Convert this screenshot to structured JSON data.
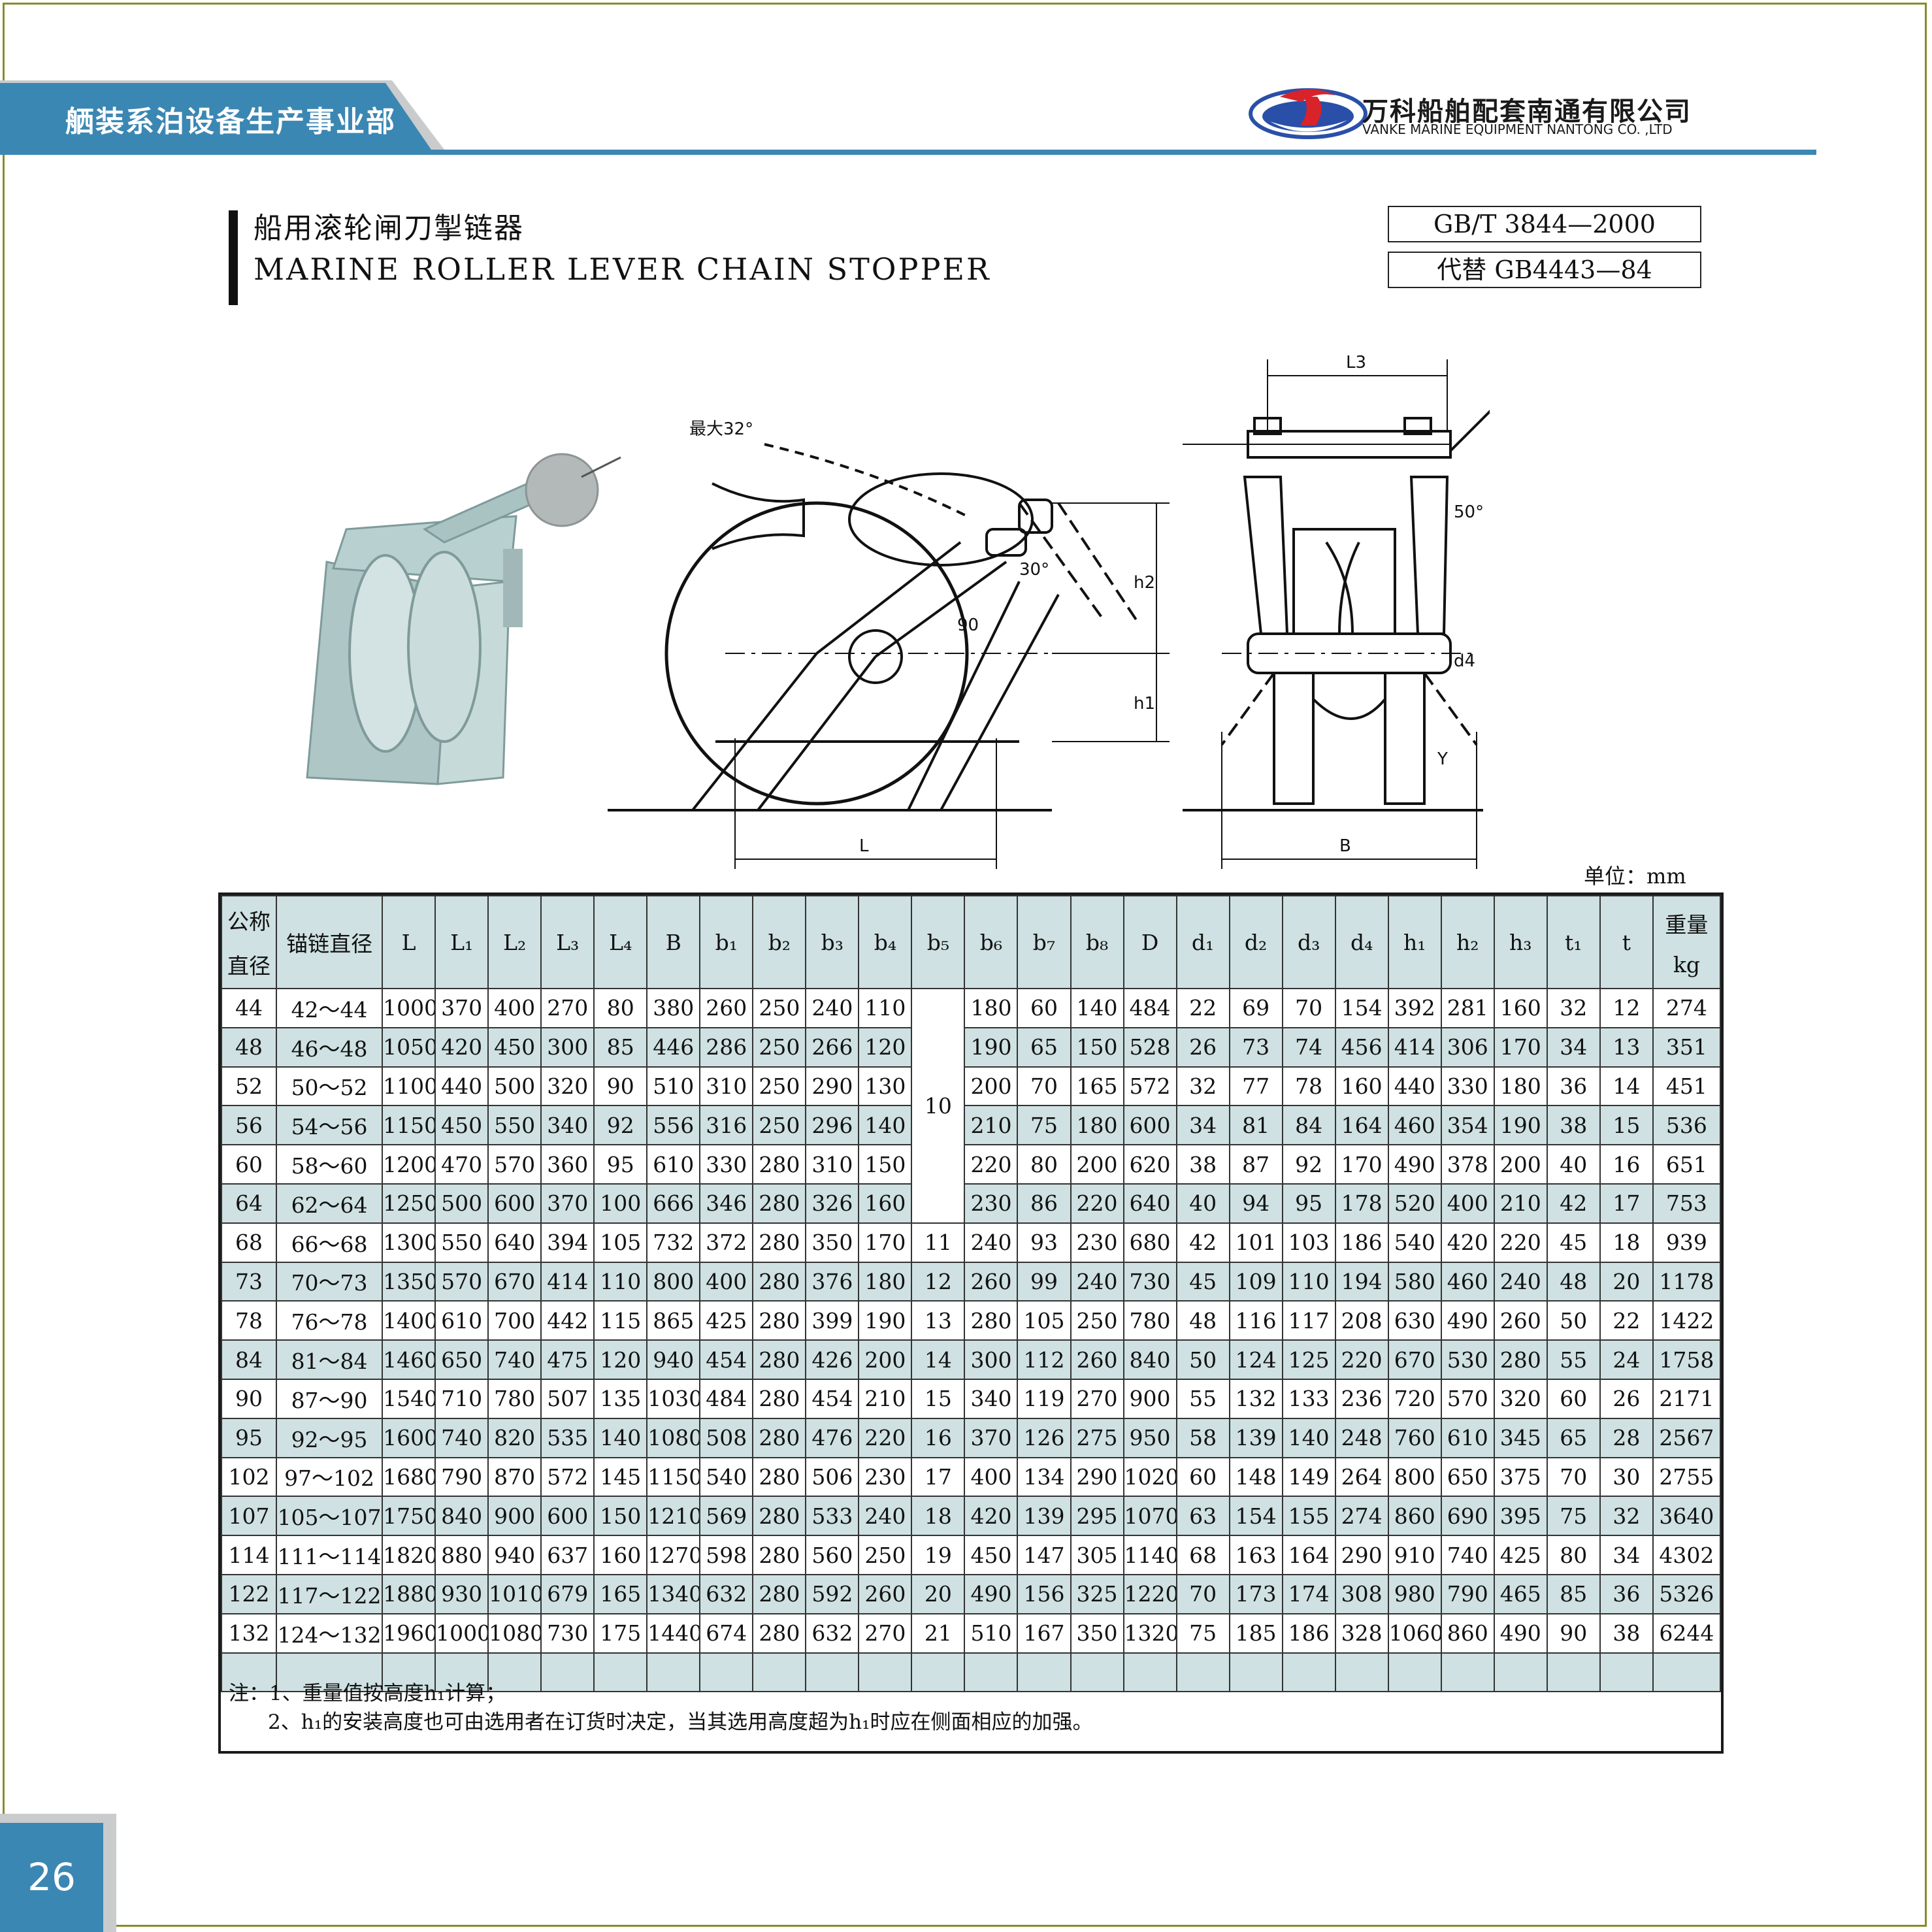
{
  "header": {
    "department": "舾装系泊设备生产事业部",
    "company_cn": "万科船舶配套南通有限公司",
    "company_en": "VANKE MARINE EQUIPMENT NANTONG CO. ,LTD"
  },
  "title": {
    "cn": "船用滚轮闸刀掣链器",
    "en": "MARINE ROLLER LEVER CHAIN STOPPER"
  },
  "standard": {
    "code": "GB/T 3844—2000",
    "replaces": "代替 GB4443—84"
  },
  "drawing_labels": {
    "max_angle": "最大32°",
    "angle_30": "30°",
    "angle_90": "90",
    "angle_50": "50°",
    "L": "L",
    "L3": "L3",
    "B": "B",
    "h1": "h1",
    "h2": "h2",
    "d4": "d4",
    "Y": "Y"
  },
  "unit": "单位：mm",
  "table": {
    "headers": [
      {
        "main": "公称",
        "sub": "直径"
      },
      {
        "main": "锚链直径",
        "sub": ""
      },
      {
        "main": "L",
        "sub": ""
      },
      {
        "main": "L₁",
        "sub": ""
      },
      {
        "main": "L₂",
        "sub": ""
      },
      {
        "main": "L₃",
        "sub": ""
      },
      {
        "main": "L₄",
        "sub": ""
      },
      {
        "main": "B",
        "sub": ""
      },
      {
        "main": "b₁",
        "sub": ""
      },
      {
        "main": "b₂",
        "sub": ""
      },
      {
        "main": "b₃",
        "sub": ""
      },
      {
        "main": "b₄",
        "sub": ""
      },
      {
        "main": "b₅",
        "sub": ""
      },
      {
        "main": "b₆",
        "sub": ""
      },
      {
        "main": "b₇",
        "sub": ""
      },
      {
        "main": "b₈",
        "sub": ""
      },
      {
        "main": "D",
        "sub": ""
      },
      {
        "main": "d₁",
        "sub": ""
      },
      {
        "main": "d₂",
        "sub": ""
      },
      {
        "main": "d₃",
        "sub": ""
      },
      {
        "main": "d₄",
        "sub": ""
      },
      {
        "main": "h₁",
        "sub": ""
      },
      {
        "main": "h₂",
        "sub": ""
      },
      {
        "main": "h₃",
        "sub": ""
      },
      {
        "main": "t₁",
        "sub": ""
      },
      {
        "main": "t",
        "sub": ""
      },
      {
        "main": "重量",
        "sub": "kg"
      }
    ],
    "b5_merged": "10",
    "rows": [
      [
        "44",
        "42～44",
        "1000",
        "370",
        "400",
        "270",
        "80",
        "380",
        "260",
        "250",
        "240",
        "110",
        "",
        "180",
        "60",
        "140",
        "484",
        "22",
        "69",
        "70",
        "154",
        "392",
        "281",
        "160",
        "32",
        "12",
        "274"
      ],
      [
        "48",
        "46～48",
        "1050",
        "420",
        "450",
        "300",
        "85",
        "446",
        "286",
        "250",
        "266",
        "120",
        "",
        "190",
        "65",
        "150",
        "528",
        "26",
        "73",
        "74",
        "456",
        "414",
        "306",
        "170",
        "34",
        "13",
        "351"
      ],
      [
        "52",
        "50～52",
        "1100",
        "440",
        "500",
        "320",
        "90",
        "510",
        "310",
        "250",
        "290",
        "130",
        "",
        "200",
        "70",
        "165",
        "572",
        "32",
        "77",
        "78",
        "160",
        "440",
        "330",
        "180",
        "36",
        "14",
        "451"
      ],
      [
        "56",
        "54～56",
        "1150",
        "450",
        "550",
        "340",
        "92",
        "556",
        "316",
        "250",
        "296",
        "140",
        "",
        "210",
        "75",
        "180",
        "600",
        "34",
        "81",
        "84",
        "164",
        "460",
        "354",
        "190",
        "38",
        "15",
        "536"
      ],
      [
        "60",
        "58～60",
        "1200",
        "470",
        "570",
        "360",
        "95",
        "610",
        "330",
        "280",
        "310",
        "150",
        "",
        "220",
        "80",
        "200",
        "620",
        "38",
        "87",
        "92",
        "170",
        "490",
        "378",
        "200",
        "40",
        "16",
        "651"
      ],
      [
        "64",
        "62～64",
        "1250",
        "500",
        "600",
        "370",
        "100",
        "666",
        "346",
        "280",
        "326",
        "160",
        "",
        "230",
        "86",
        "220",
        "640",
        "40",
        "94",
        "95",
        "178",
        "520",
        "400",
        "210",
        "42",
        "17",
        "753"
      ],
      [
        "68",
        "66～68",
        "1300",
        "550",
        "640",
        "394",
        "105",
        "732",
        "372",
        "280",
        "350",
        "170",
        "11",
        "240",
        "93",
        "230",
        "680",
        "42",
        "101",
        "103",
        "186",
        "540",
        "420",
        "220",
        "45",
        "18",
        "939"
      ],
      [
        "73",
        "70～73",
        "1350",
        "570",
        "670",
        "414",
        "110",
        "800",
        "400",
        "280",
        "376",
        "180",
        "12",
        "260",
        "99",
        "240",
        "730",
        "45",
        "109",
        "110",
        "194",
        "580",
        "460",
        "240",
        "48",
        "20",
        "1178"
      ],
      [
        "78",
        "76～78",
        "1400",
        "610",
        "700",
        "442",
        "115",
        "865",
        "425",
        "280",
        "399",
        "190",
        "13",
        "280",
        "105",
        "250",
        "780",
        "48",
        "116",
        "117",
        "208",
        "630",
        "490",
        "260",
        "50",
        "22",
        "1422"
      ],
      [
        "84",
        "81～84",
        "1460",
        "650",
        "740",
        "475",
        "120",
        "940",
        "454",
        "280",
        "426",
        "200",
        "14",
        "300",
        "112",
        "260",
        "840",
        "50",
        "124",
        "125",
        "220",
        "670",
        "530",
        "280",
        "55",
        "24",
        "1758"
      ],
      [
        "90",
        "87～90",
        "1540",
        "710",
        "780",
        "507",
        "135",
        "1030",
        "484",
        "280",
        "454",
        "210",
        "15",
        "340",
        "119",
        "270",
        "900",
        "55",
        "132",
        "133",
        "236",
        "720",
        "570",
        "320",
        "60",
        "26",
        "2171"
      ],
      [
        "95",
        "92～95",
        "1600",
        "740",
        "820",
        "535",
        "140",
        "1080",
        "508",
        "280",
        "476",
        "220",
        "16",
        "370",
        "126",
        "275",
        "950",
        "58",
        "139",
        "140",
        "248",
        "760",
        "610",
        "345",
        "65",
        "28",
        "2567"
      ],
      [
        "102",
        "97～102",
        "1680",
        "790",
        "870",
        "572",
        "145",
        "1150",
        "540",
        "280",
        "506",
        "230",
        "17",
        "400",
        "134",
        "290",
        "1020",
        "60",
        "148",
        "149",
        "264",
        "800",
        "650",
        "375",
        "70",
        "30",
        "2755"
      ],
      [
        "107",
        "105～107",
        "1750",
        "840",
        "900",
        "600",
        "150",
        "1210",
        "569",
        "280",
        "533",
        "240",
        "18",
        "420",
        "139",
        "295",
        "1070",
        "63",
        "154",
        "155",
        "274",
        "860",
        "690",
        "395",
        "75",
        "32",
        "3640"
      ],
      [
        "114",
        "111～114",
        "1820",
        "880",
        "940",
        "637",
        "160",
        "1270",
        "598",
        "280",
        "560",
        "250",
        "19",
        "450",
        "147",
        "305",
        "1140",
        "68",
        "163",
        "164",
        "290",
        "910",
        "740",
        "425",
        "80",
        "34",
        "4302"
      ],
      [
        "122",
        "117～122",
        "1880",
        "930",
        "1010",
        "679",
        "165",
        "1340",
        "632",
        "280",
        "592",
        "260",
        "20",
        "490",
        "156",
        "325",
        "1220",
        "70",
        "173",
        "174",
        "308",
        "980",
        "790",
        "465",
        "85",
        "36",
        "5326"
      ],
      [
        "132",
        "124～132",
        "1960",
        "1000",
        "1080",
        "730",
        "175",
        "1440",
        "674",
        "280",
        "632",
        "270",
        "21",
        "510",
        "167",
        "350",
        "1320",
        "75",
        "185",
        "186",
        "328",
        "1060",
        "860",
        "490",
        "90",
        "38",
        "6244"
      ]
    ]
  },
  "notes": [
    "注：1、重量值按高度h₁计算；",
    "2、h₁的安装高度也可由选用者在订货时决定，当其选用高度超为h₁时应在侧面相应的加强。"
  ],
  "page_number": "26",
  "colors": {
    "brand_blue": "#3b87b3",
    "table_tint": "#cfe1e2",
    "frame": "#8a8a2a",
    "logo_red": "#d8232a"
  }
}
